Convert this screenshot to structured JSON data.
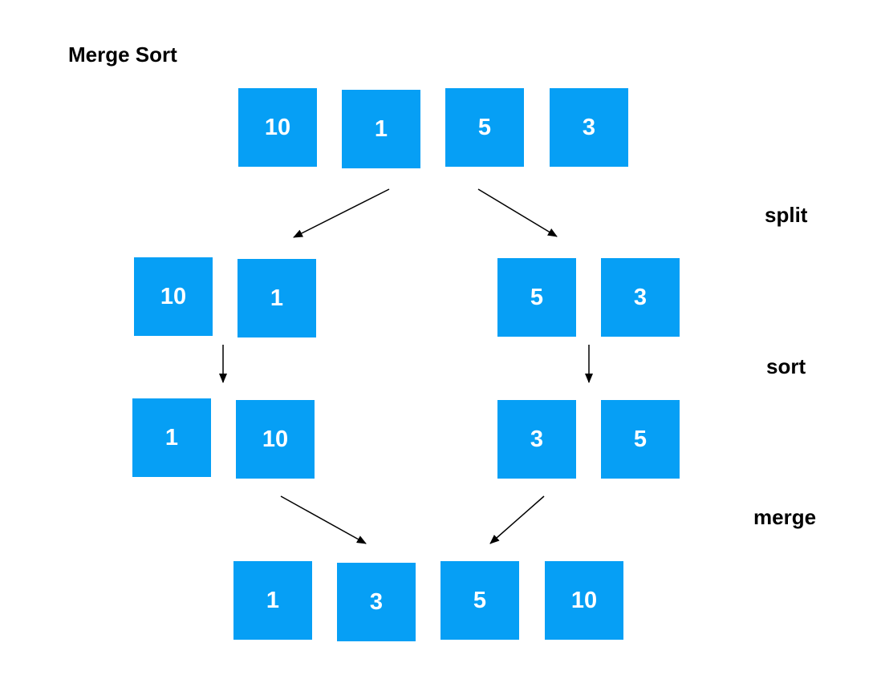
{
  "title": "Merge Sort",
  "colors": {
    "box_fill": "#069ff5",
    "box_text": "#ffffff",
    "arrow": "#000000"
  },
  "rows": {
    "input": [
      "10",
      "1",
      "5",
      "3"
    ],
    "split_left": [
      "10",
      "1"
    ],
    "split_right": [
      "5",
      "3"
    ],
    "sorted_left": [
      "1",
      "10"
    ],
    "sorted_right": [
      "3",
      "5"
    ],
    "merged": [
      "1",
      "3",
      "5",
      "10"
    ]
  },
  "steps": {
    "split": "split",
    "sort": "sort",
    "merge": "merge"
  }
}
